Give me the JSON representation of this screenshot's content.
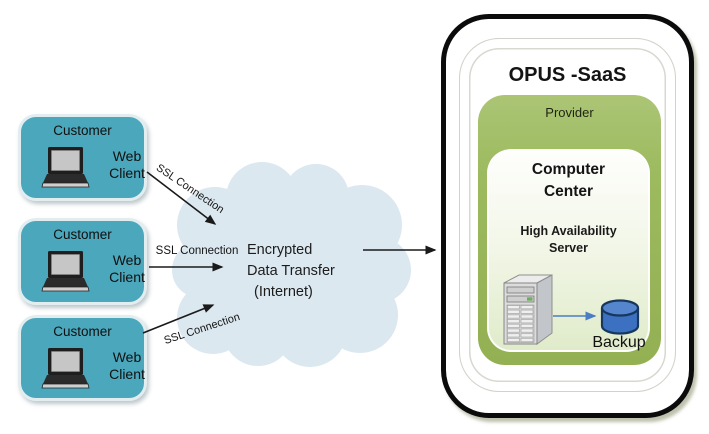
{
  "clients": [
    {
      "title": "Customer",
      "label_lines": [
        "Web",
        "Client"
      ]
    },
    {
      "title": "Customer",
      "label_lines": [
        "Web",
        "Client"
      ]
    },
    {
      "title": "Customer",
      "label_lines": [
        "Web",
        "Client"
      ]
    }
  ],
  "connections": {
    "ssl_labels": [
      "SSL Connection",
      "SSL Connection",
      "SSL Connection"
    ]
  },
  "cloud": {
    "lines": [
      "Encrypted",
      "Data Transfer",
      "(Internet)"
    ]
  },
  "saas": {
    "title": "OPUS -SaaS",
    "provider_label": "Provider",
    "computer_center_label": "Computer Center",
    "ha_server_label": "High Availability Server",
    "backup_label": "Backup"
  },
  "colors": {
    "client_fill": "#4BA7BC",
    "cloud_fill": "#DBE8F0",
    "provider_fill": "#9CBA5E",
    "backup_db_fill": "#3C70C0",
    "arrow_black": "#1A1A1A",
    "backup_arrow_blue": "#4A7DC4"
  }
}
